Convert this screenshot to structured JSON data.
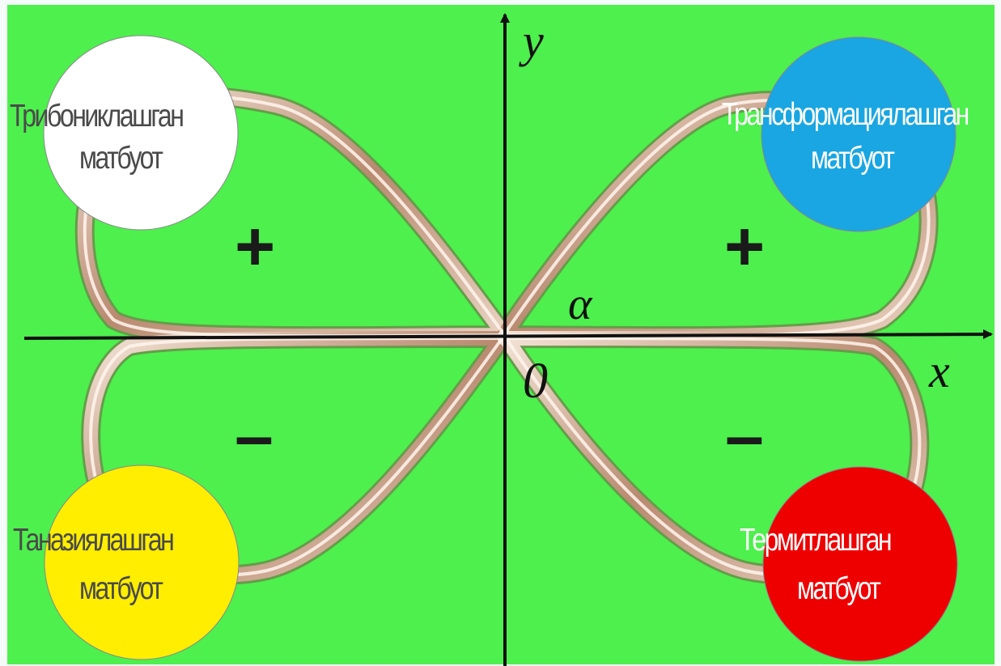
{
  "colors": {
    "background": "#4df04d",
    "frame": "#f4fbf8",
    "loop": "#c9a086",
    "axis": "#111111",
    "circle_top_left": "#ffffff",
    "circle_top_right": "#19a6e2",
    "circle_bottom_left": "#ffee00",
    "circle_bottom_right": "#ee0000"
  },
  "axes": {
    "x_label": "x",
    "y_label": "y",
    "origin_label": "0",
    "angle_label": "α"
  },
  "quadrants": {
    "top_left": {
      "sign": "+",
      "line1": "Трибониклашган",
      "line2": "матбуот"
    },
    "top_right": {
      "sign": "+",
      "line1": "Трансформациялашган",
      "line2": "матбуот"
    },
    "bottom_left": {
      "sign": "–",
      "line1": "Таназиялашган",
      "line2": "матбуот"
    },
    "bottom_right": {
      "sign": "–",
      "line1": "Термитлашган",
      "line2": "матбуот"
    }
  }
}
